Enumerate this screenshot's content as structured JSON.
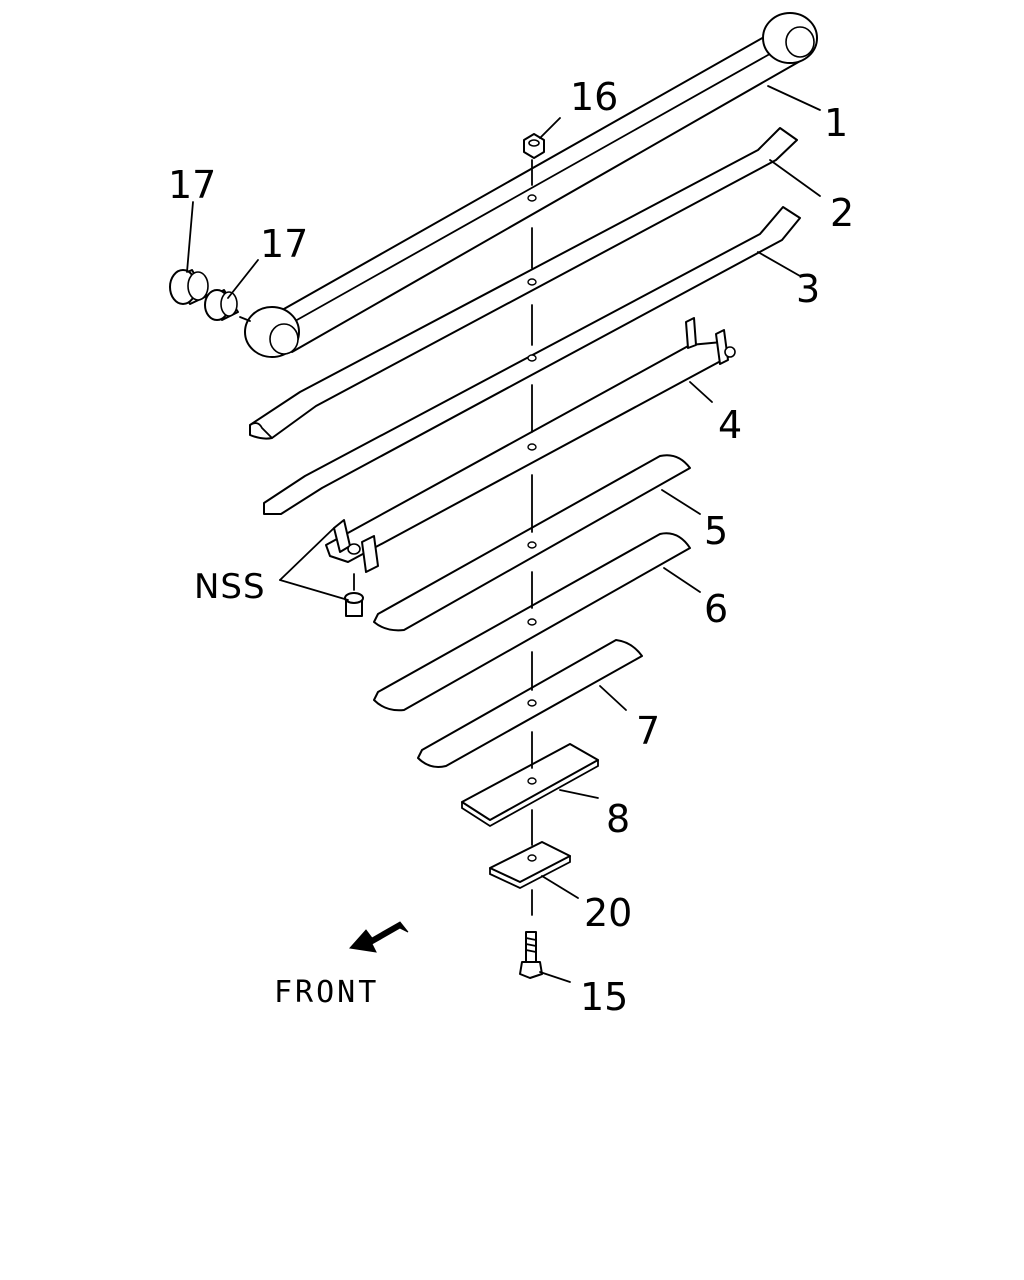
{
  "diagram": {
    "callouts": [
      {
        "id": "p1",
        "text": "1"
      },
      {
        "id": "p2",
        "text": "2"
      },
      {
        "id": "p3",
        "text": "3"
      },
      {
        "id": "p4",
        "text": "4"
      },
      {
        "id": "p5",
        "text": "5"
      },
      {
        "id": "p6",
        "text": "6"
      },
      {
        "id": "p7",
        "text": "7"
      },
      {
        "id": "p8",
        "text": "8"
      },
      {
        "id": "p15",
        "text": "15"
      },
      {
        "id": "p16",
        "text": "16"
      },
      {
        "id": "p17a",
        "text": "17"
      },
      {
        "id": "p17b",
        "text": "17"
      },
      {
        "id": "p20",
        "text": "20"
      }
    ],
    "nss_label": "NSS",
    "front_label": "FRONT"
  }
}
